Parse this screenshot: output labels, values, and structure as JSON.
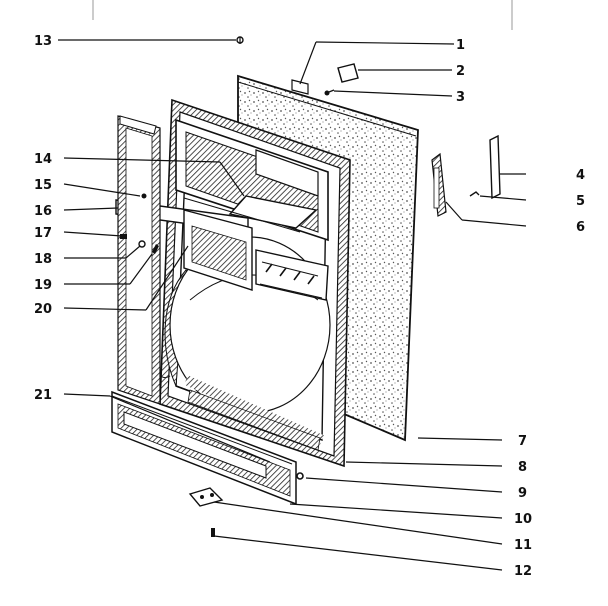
{
  "callouts": [
    "1",
    "2",
    "3",
    "4",
    "5",
    "6",
    "7",
    "8",
    "9",
    "10",
    "11",
    "12",
    "13",
    "14",
    "15",
    "16",
    "17",
    "18",
    "19",
    "20",
    "21"
  ],
  "colors": {
    "ink": "#111111",
    "background": "#ffffff",
    "texture": "#555555"
  }
}
